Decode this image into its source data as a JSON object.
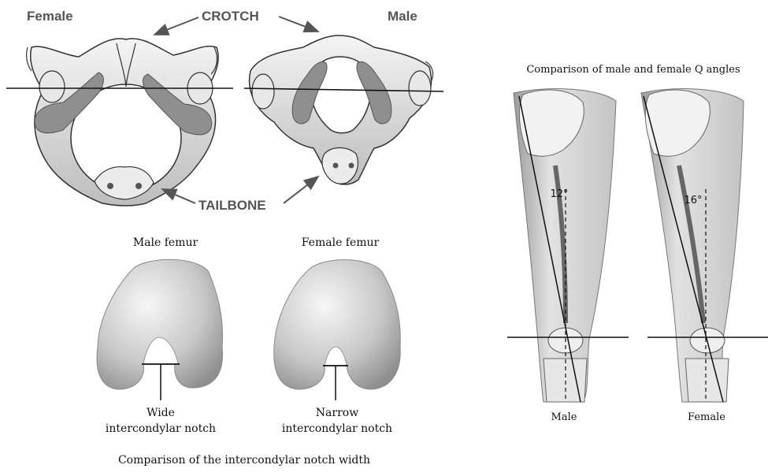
{
  "pelvis": {
    "female_label": "Female",
    "male_label": "Male",
    "crotch_label": "CROTCH",
    "tailbone_label": "TAILBONE"
  },
  "femur": {
    "male_title": "Male femur",
    "female_title": "Female femur",
    "wide_label_1": "Wide",
    "wide_label_2": "intercondylar notch",
    "narrow_label_1": "Narrow",
    "narrow_label_2": "intercondylar notch",
    "caption": "Comparison of the intercondylar notch width"
  },
  "q_angle": {
    "title": "Comparison of male and female Q angles",
    "male_angle": "12°",
    "female_angle": "16°",
    "male_label": "Male",
    "female_label": "Female"
  }
}
